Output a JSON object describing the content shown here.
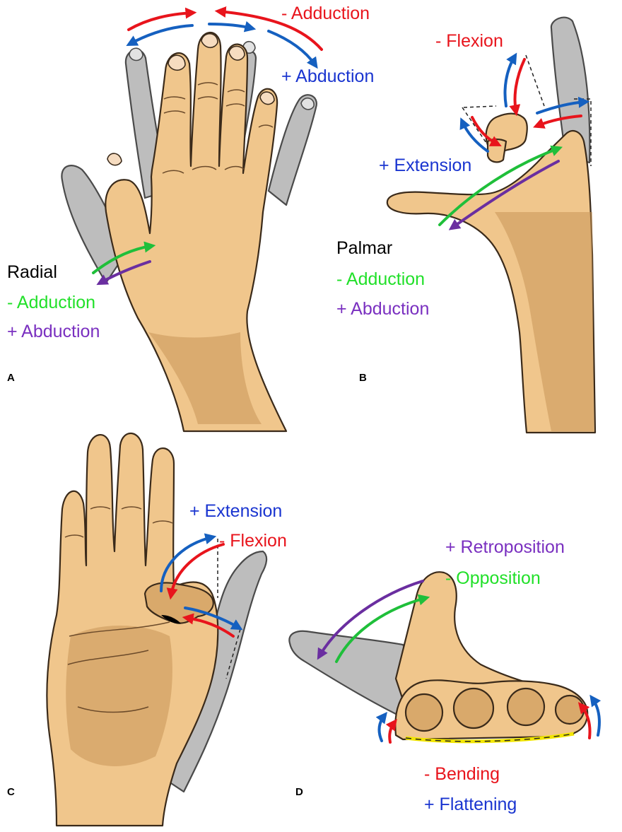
{
  "panels": {
    "A": {
      "letter": "A",
      "top_minus": "- Adduction",
      "top_plus": "+ Abduction",
      "thumb_axis": "Radial",
      "thumb_minus": "- Adduction",
      "thumb_plus": "+ Abduction"
    },
    "B": {
      "letter": "B",
      "minus": "- Flexion",
      "plus": "+ Extension",
      "thumb_axis": "Palmar",
      "thumb_minus": "- Adduction",
      "thumb_plus": "+ Abduction"
    },
    "C": {
      "letter": "C",
      "plus": "+ Extension",
      "minus": "- Flexion"
    },
    "D": {
      "letter": "D",
      "plus_top": "+ Retroposition",
      "minus_top": "- Opposition",
      "minus_bottom": "- Bending",
      "plus_bottom": "+ Flattening"
    }
  },
  "colors": {
    "red": "#e8141c",
    "blue": "#1560c0",
    "green": "#1fbf3a",
    "purple": "#6a2ea0",
    "label_red": "#e8141c",
    "label_blue": "#1a35d0",
    "label_green": "#22e02a",
    "label_purple": "#7a30c0",
    "skin": "#f0c68c",
    "grey": "#bdbdbd"
  }
}
